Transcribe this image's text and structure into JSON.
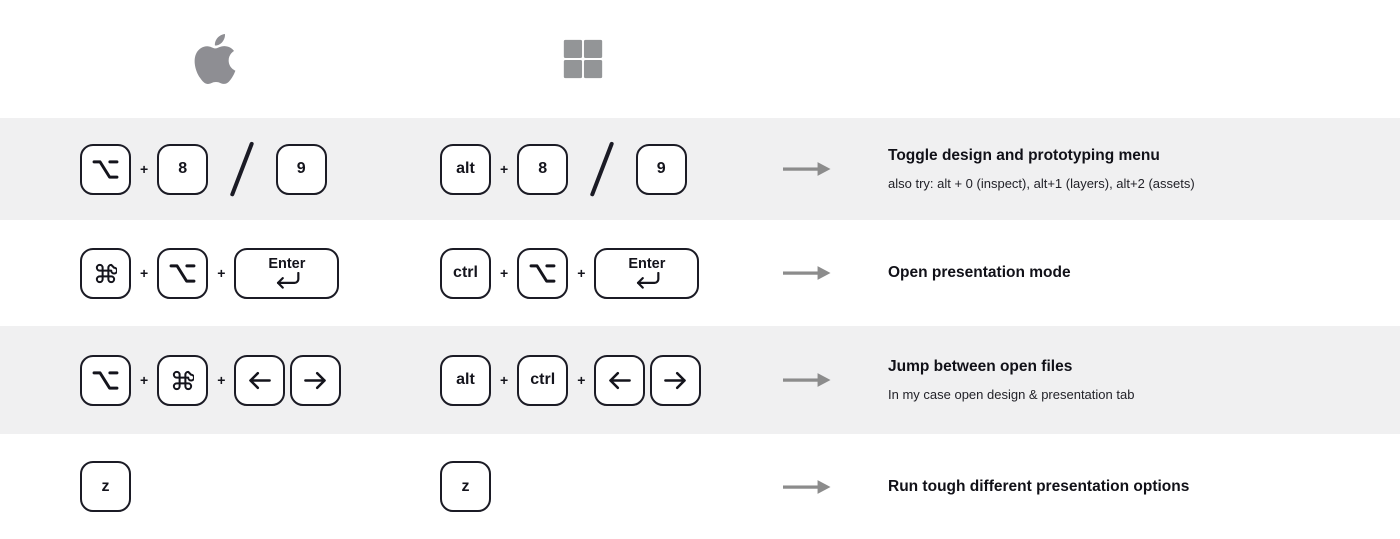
{
  "header": {
    "platforms": [
      {
        "name": "mac",
        "icon": "apple-icon"
      },
      {
        "name": "windows",
        "icon": "windows-icon"
      }
    ]
  },
  "symbols": {
    "plus": "+"
  },
  "colors": {
    "row_alt_bg": "#f0f0f1",
    "key_border": "#1b1b25",
    "key_bg": "#ffffff",
    "text": "#14141c",
    "arrow_gray": "#8c8c8c",
    "apple_logo_gray": "#8e8e93",
    "windows_logo_gray": "#939597"
  },
  "rows": [
    {
      "mac": [
        {
          "type": "key",
          "icon": "option-icon"
        },
        {
          "type": "plus"
        },
        {
          "type": "key",
          "label": "8"
        },
        {
          "type": "slash"
        },
        {
          "type": "key",
          "label": "9"
        }
      ],
      "windows": [
        {
          "type": "key",
          "label": "alt"
        },
        {
          "type": "plus"
        },
        {
          "type": "key",
          "label": "8"
        },
        {
          "type": "slash"
        },
        {
          "type": "key",
          "label": "9"
        }
      ],
      "arrow_icon": "long-arrow-right-icon",
      "title": "Toggle design and prototyping menu",
      "subtitle": "also try: alt + 0 (inspect), alt+1 (layers), alt+2 (assets)"
    },
    {
      "mac": [
        {
          "type": "key",
          "icon": "command-icon"
        },
        {
          "type": "plus"
        },
        {
          "type": "key",
          "icon": "option-icon"
        },
        {
          "type": "plus"
        },
        {
          "type": "key",
          "label": "Enter",
          "icon": "return-icon",
          "wide": true
        }
      ],
      "windows": [
        {
          "type": "key",
          "label": "ctrl"
        },
        {
          "type": "plus"
        },
        {
          "type": "key",
          "icon": "option-icon"
        },
        {
          "type": "plus"
        },
        {
          "type": "key",
          "label": "Enter",
          "icon": "return-icon",
          "wide": true
        }
      ],
      "arrow_icon": "long-arrow-right-icon",
      "title": "Open presentation mode",
      "subtitle": ""
    },
    {
      "mac": [
        {
          "type": "key",
          "icon": "option-icon"
        },
        {
          "type": "plus"
        },
        {
          "type": "key",
          "icon": "command-icon"
        },
        {
          "type": "plus"
        },
        {
          "type": "key",
          "icon": "arrow-left-icon"
        },
        {
          "type": "gap"
        },
        {
          "type": "key",
          "icon": "arrow-right-icon"
        }
      ],
      "windows": [
        {
          "type": "key",
          "label": "alt"
        },
        {
          "type": "plus"
        },
        {
          "type": "key",
          "label": "ctrl"
        },
        {
          "type": "plus"
        },
        {
          "type": "key",
          "icon": "arrow-left-icon"
        },
        {
          "type": "gap"
        },
        {
          "type": "key",
          "icon": "arrow-right-icon"
        }
      ],
      "arrow_icon": "long-arrow-right-icon",
      "title": "Jump between open files",
      "subtitle": "In my case open design & presentation tab"
    },
    {
      "mac": [
        {
          "type": "key",
          "label": "z"
        }
      ],
      "windows": [
        {
          "type": "key",
          "label": "z"
        }
      ],
      "arrow_icon": "long-arrow-right-icon",
      "title": "Run tough different presentation options",
      "subtitle": ""
    }
  ]
}
